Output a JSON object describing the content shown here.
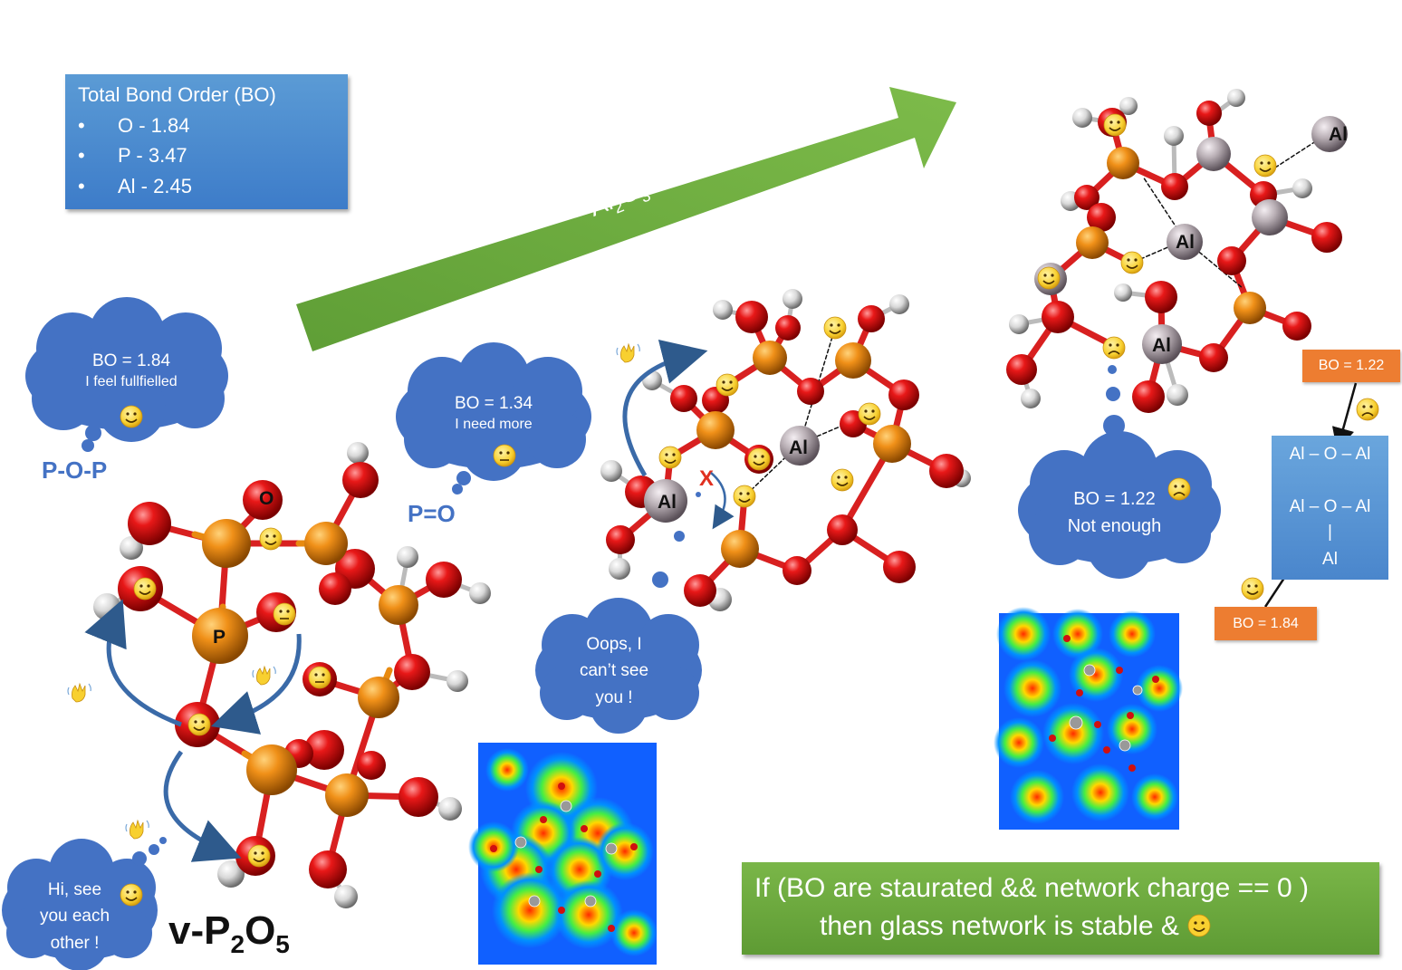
{
  "bond_order_box": {
    "title": "Total Bond Order (BO)",
    "bullet": "•",
    "items": [
      {
        "label": "O  - 1.84"
      },
      {
        "label": "P  - 3.47"
      },
      {
        "label": "Al - 2.45"
      }
    ]
  },
  "arrow": {
    "label_main": "Al",
    "label_sub1": "2",
    "label_o": "O",
    "label_sub2": "3"
  },
  "clouds": {
    "fullfilled": {
      "line1": "BO = 1.84",
      "line2": "I feel fullfielled"
    },
    "need_more": {
      "line1": "BO = 1.34",
      "line2": "I need more"
    },
    "oops": {
      "line1": "Oops, I",
      "line2": "can’t see",
      "line3": "you !"
    },
    "see_each": {
      "line1": "Hi, see",
      "line2": "you each",
      "line3": "other !"
    },
    "not_enough": {
      "line1": "BO = 1.22",
      "line2": "Not enough"
    }
  },
  "labels": {
    "pop": "P-O-P",
    "po": "P=O",
    "vp_main": "v-P",
    "vp_sub1": "2",
    "vp_o": "O",
    "vp_sub2": "5",
    "atom_o": "O",
    "atom_p": "P",
    "atom_al": "Al",
    "cross": "X"
  },
  "orange_boxes": {
    "top": "BO = 1.22",
    "bottom": "BO = 1.84"
  },
  "blue_box": {
    "line1": "Al – O – Al",
    "line2": "Al – O – Al",
    "line3": "|",
    "line4": "Al"
  },
  "green_box": {
    "line1": "If (BO are staurated && network charge == 0 )",
    "line2": "then glass network is stable & "
  },
  "colors": {
    "box_blue": "#4a86cc",
    "cloud_blue": "#4472c4",
    "arrow_green": "#6fae3f",
    "orange": "#ed7d31",
    "oxygen": "#dd1010",
    "phosphorus": "#e88a10",
    "aluminum": "#a09aa0",
    "hydrogen": "#dddddd"
  }
}
